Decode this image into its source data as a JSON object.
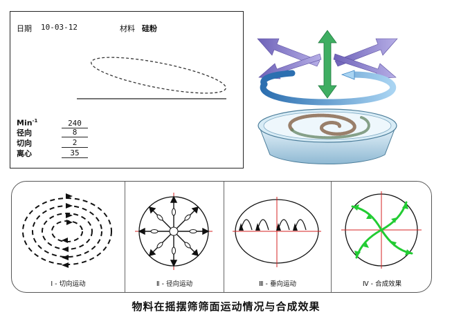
{
  "card": {
    "date_label": "日期",
    "date_value": "10-03-12",
    "material_label": "材料",
    "material_value": "硅粉",
    "params": [
      {
        "label": "Min",
        "sup": "-1",
        "value": "240"
      },
      {
        "label": "径向",
        "sup": "",
        "value": "8"
      },
      {
        "label": "切向",
        "sup": "",
        "value": "2"
      },
      {
        "label": "离心",
        "sup": "",
        "value": "35"
      }
    ]
  },
  "colors": {
    "purple_arrow": "#8a7fc8",
    "green_arrow": "#2e9e55",
    "blue_arrow": "#3f86c4",
    "tray_fill": "#cfe6f2",
    "guide_red": "#d42020",
    "spiral_green": "#22cc33"
  },
  "panels": [
    {
      "caption": "Ⅰ - 切向运动"
    },
    {
      "caption": "Ⅱ - 径向运动"
    },
    {
      "caption": "Ⅲ - 垂向运动"
    },
    {
      "caption": "Ⅳ - 合成效果"
    }
  ],
  "main_caption": "物料在摇摆筛筛面运动情况与合成效果"
}
